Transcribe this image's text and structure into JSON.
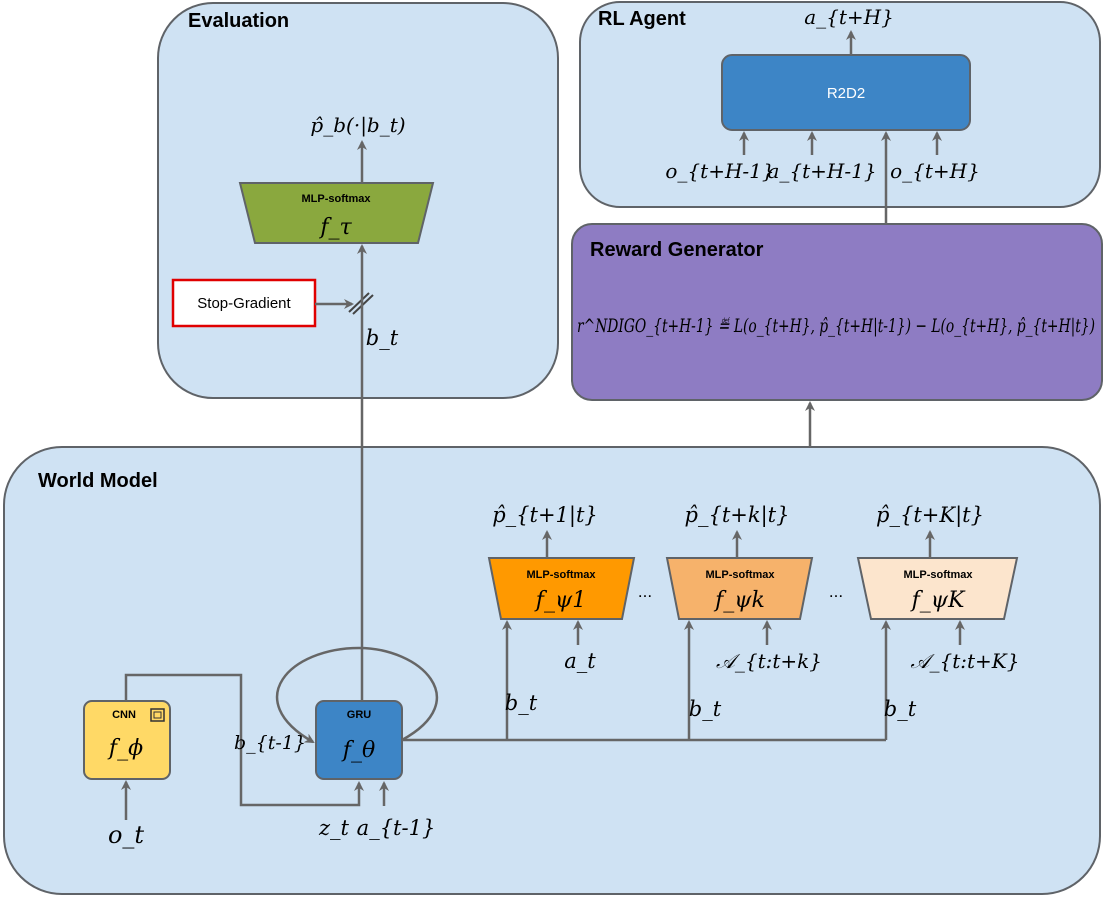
{
  "panels": {
    "evaluation": {
      "title": "Evaluation"
    },
    "rl_agent": {
      "title": "RL Agent"
    },
    "reward_generator": {
      "title": "Reward Generator",
      "formula": "r^NDIGO_{t+H-1} ≝ L(o_{t+H}, p̂_{t+H|t-1}) − L(o_{t+H}, p̂_{t+H|t})"
    },
    "world_model": {
      "title": "World Model"
    }
  },
  "boxes": {
    "mlp_eval": {
      "label": "MLP-softmax",
      "func": "f_τ"
    },
    "r2d2": {
      "label": "R2D2"
    },
    "cnn": {
      "label": "CNN",
      "func": "f_ϕ"
    },
    "gru": {
      "label": "GRU",
      "func": "f_θ"
    },
    "mlp1": {
      "label": "MLP-softmax",
      "func": "f_ψ1"
    },
    "mlpk": {
      "label": "MLP-softmax",
      "func": "f_ψk"
    },
    "mlpK": {
      "label": "MLP-softmax",
      "func": "f_ψK"
    }
  },
  "stop_gradient": {
    "label": "Stop-Gradient"
  },
  "math_labels": {
    "p_b": "p̂_b(·|b_t)",
    "b_t_eval": "b_t",
    "a_tH": "a_{t+H}",
    "o_tH1": "o_{t+H-1}",
    "a_tH1": "a_{t+H-1}",
    "o_tH": "o_{t+H}",
    "p_t1": "p̂_{t+1|t}",
    "p_tk": "p̂_{t+k|t}",
    "p_tK": "p̂_{t+K|t}",
    "a_t": "a_t",
    "A_tk": "𝒜_{t:t+k}",
    "A_tK": "𝒜_{t:t+K}",
    "b_t1": "b_t",
    "b_t2": "b_t",
    "b_t3": "b_t",
    "b_tm1": "b_{t-1}",
    "z_t": "z_t",
    "a_tm1": "a_{t-1}",
    "o_t": "o_t"
  },
  "ellipsis": "...",
  "colors": {
    "panel_fill": "#cfe2f3",
    "panel_stroke": "#5f6368",
    "reward_fill": "#8e7cc3",
    "green": "#8aa83e",
    "r2d2": "#3d85c6",
    "gru": "#3d85c6",
    "cnn": "#ffd966",
    "orange1": "#ff9900",
    "orange2": "#f6b26b",
    "orange3": "#fce5cd",
    "stop_border": "#e00000",
    "arrow": "#666666"
  }
}
